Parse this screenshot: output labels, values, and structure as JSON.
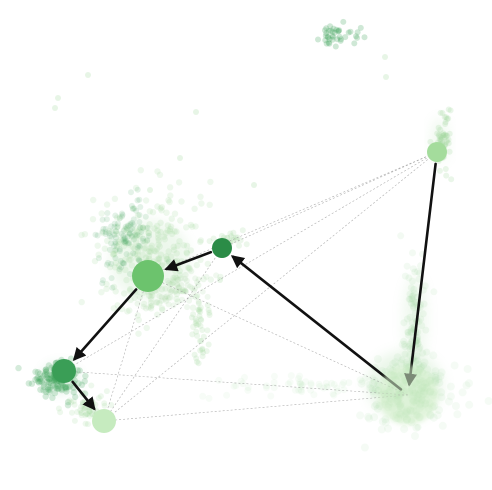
{
  "figure": {
    "kind": "trajectory-graph-over-embedding",
    "colors": {
      "background": "#ffffff",
      "cloud": "#9fd69a",
      "cloud_dark": "#41a35a",
      "edge_solid": "#111111",
      "edge_dashed": "#9a9a9a"
    },
    "nodes": [
      {
        "id": "n1",
        "color": "#a4dc9c",
        "size_level": 2
      },
      {
        "id": "n2",
        "color": "#d4f0cb",
        "size_level": 5
      },
      {
        "id": "n3",
        "color": "#2b8c47",
        "size_level": 2
      },
      {
        "id": "n4",
        "color": "#6cc36d",
        "size_level": 4
      },
      {
        "id": "n5",
        "color": "#3a9e56",
        "size_level": 3
      },
      {
        "id": "n6",
        "color": "#c6ebbf",
        "size_level": 3
      }
    ],
    "arrows": [
      {
        "from": "n1",
        "to": "n2"
      },
      {
        "from": "n2",
        "to": "n3"
      },
      {
        "from": "n3",
        "to": "n4"
      },
      {
        "from": "n4",
        "to": "n5"
      },
      {
        "from": "n5",
        "to": "n6"
      }
    ],
    "dashed_links": [
      {
        "from": "n1",
        "to": "n3"
      },
      {
        "from": "n1",
        "to": "n4"
      },
      {
        "from": "n1",
        "to": "n5"
      },
      {
        "from": "n1",
        "to": "n6"
      },
      {
        "from": "n2",
        "to": "n5"
      },
      {
        "from": "n2",
        "to": "n6"
      },
      {
        "from": "n2",
        "to": "n4"
      },
      {
        "from": "n3",
        "to": "n6"
      },
      {
        "from": "n4",
        "to": "n6"
      }
    ]
  }
}
